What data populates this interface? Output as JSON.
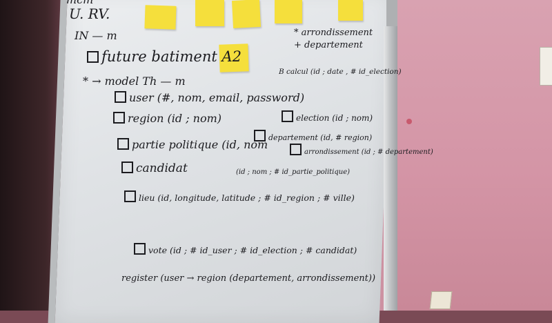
{
  "board": {
    "lines": [
      {
        "id": "top-fragment",
        "text": "mcm"
      },
      {
        "id": "uav",
        "text": "U. RV."
      },
      {
        "id": "arrow-line",
        "text": "IN — m"
      },
      {
        "id": "future",
        "text": "future batiment A2"
      },
      {
        "id": "model",
        "text": "* → model Th — m"
      },
      {
        "id": "user",
        "text": "user (#, nom, email, password)"
      },
      {
        "id": "region",
        "text": "region (id ; nom)"
      },
      {
        "id": "election",
        "text": "election (id ; nom)"
      },
      {
        "id": "departement",
        "text": "departement (id, # region)"
      },
      {
        "id": "parti",
        "text": "partie politique (id, nom"
      },
      {
        "id": "arrondissement-model",
        "text": "arrondissement (id ; # departement)"
      },
      {
        "id": "candidat",
        "text": "candidat"
      },
      {
        "id": "candidat-fields",
        "text": "(id ; nom ; # id_partie_politique)"
      },
      {
        "id": "lieu",
        "text": "lieu (id, longitude, latitude ; # id_region ; # ville)"
      },
      {
        "id": "vote",
        "text": "vote (id ; # id_user ; # id_election ; # candidat)"
      },
      {
        "id": "register",
        "text": "register (user → region (departement, arrondissement))"
      },
      {
        "id": "star-arrondissement",
        "text": "* arrondissement"
      },
      {
        "id": "plus-departement",
        "text": "+ departement"
      },
      {
        "id": "calcul",
        "text": "B calcul (id ; date , # id_election)"
      }
    ]
  },
  "colors": {
    "ink": "#1b1b1f",
    "sticky": "#f5df3c",
    "wall": "#d79aab",
    "board": "#e4e6e8"
  }
}
